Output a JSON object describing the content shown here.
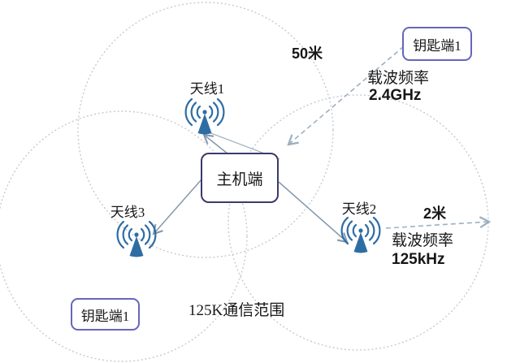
{
  "nodes": {
    "host": {
      "label": "主机端"
    },
    "antennas": [
      {
        "label": "天线1"
      },
      {
        "label": "天线2"
      },
      {
        "label": "天线3"
      }
    ],
    "keyfobs": [
      {
        "label": "钥匙端1",
        "position": "top-right"
      },
      {
        "label": "钥匙端1",
        "position": "bottom-left"
      }
    ]
  },
  "annotations": {
    "link_24ghz": {
      "distance": "50米",
      "carrier_label": "载波频率",
      "carrier_value": "2.4GHz"
    },
    "link_125khz": {
      "distance": "2米",
      "carrier_label": "载波频率",
      "carrier_value": "125kHz"
    },
    "coverage_note": "125K通信范围"
  },
  "icons": {
    "antenna": "wireless-antenna-icon"
  },
  "colors": {
    "antenna_blue": "#2e6da4",
    "host_box_border": "#3a3a6e",
    "keyfob_box_border": "#6666bb",
    "range_circle": "#c5cad2",
    "solid_arrow": "#8498ab",
    "dashed_arrow": "#9db0c0",
    "text": "#171717"
  }
}
